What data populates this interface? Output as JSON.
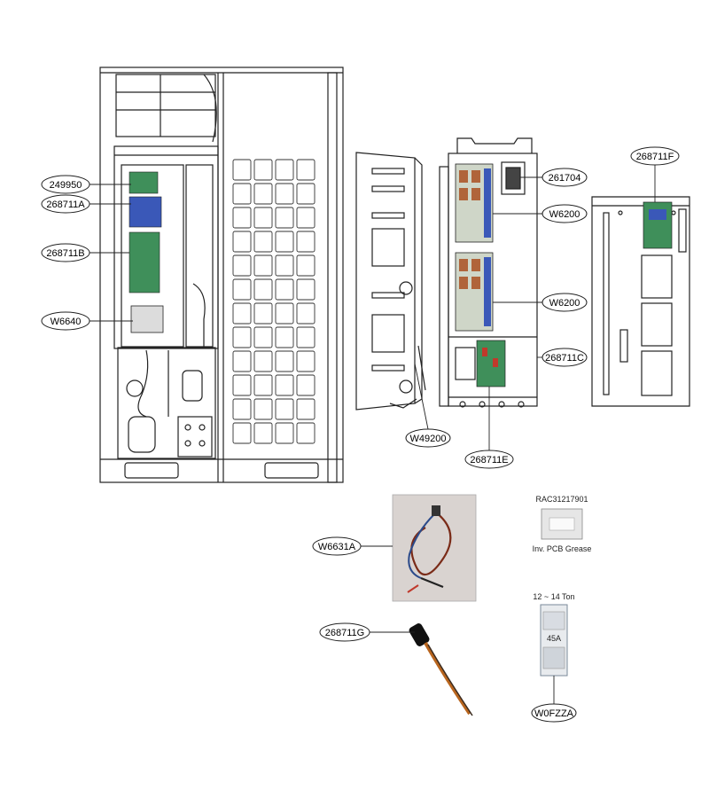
{
  "callouts": {
    "c249950": "249950",
    "c268711A": "268711A",
    "c268711B": "268711B",
    "cW6640": "W6640",
    "c261704": "261704",
    "cW6200a": "W6200",
    "cW6200b": "W6200",
    "c268711C": "268711C",
    "cW49200": "W49200",
    "c268711E": "268711E",
    "c268711F": "268711F",
    "cW6631A": "W6631A",
    "c268711G": "268711G",
    "cW0FZZA": "W0FZZA"
  },
  "captions": {
    "grease_part": "RAC31217901",
    "grease_desc": "Inv. PCB Grease",
    "fuse_range": "12 ~ 14 Ton",
    "fuse_rating": "45A"
  },
  "colors": {
    "line": "#222222",
    "pcb_green": "#3f8f5a",
    "pcb_blue": "#3a58b8",
    "capacitor": "#b0643a",
    "board": "#cfd6c8"
  }
}
